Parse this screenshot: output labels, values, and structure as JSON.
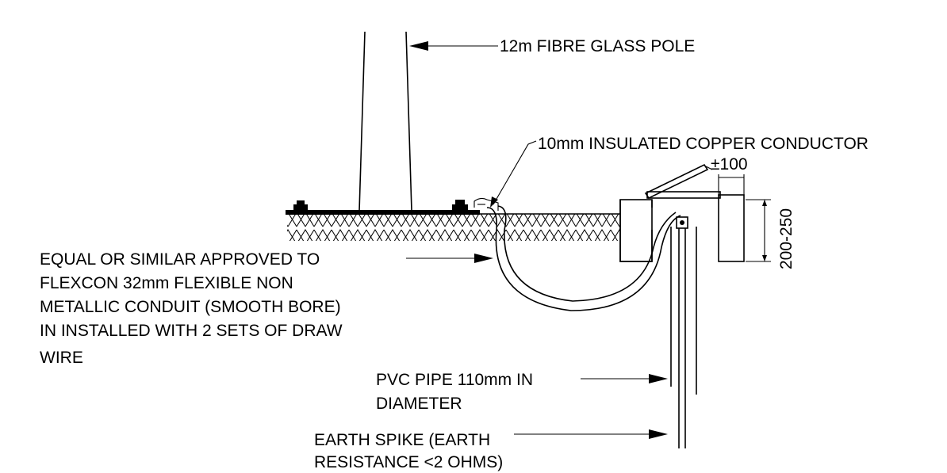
{
  "labels": {
    "pole": "12m FIBRE GLASS POLE",
    "conductor": "10mm INSULATED COPPER CONDUCTOR",
    "conduit": [
      "EQUAL OR SIMILAR APPROVED TO",
      "FLEXCON  32mm FLEXIBLE NON",
      "METALLIC CONDUIT (SMOOTH BORE)",
      "IN INSTALLED WITH 2 SETS OF DRAW",
      "WIRE"
    ],
    "pvc_pipe": [
      "PVC PIPE 110mm IN",
      "DIAMETER"
    ],
    "earth_spike": [
      "EARTH SPIKE (EARTH",
      "RESISTANCE <2 OHMS)"
    ]
  },
  "dimensions": {
    "lid_offset": "±100",
    "chamber_depth": "200-250"
  }
}
